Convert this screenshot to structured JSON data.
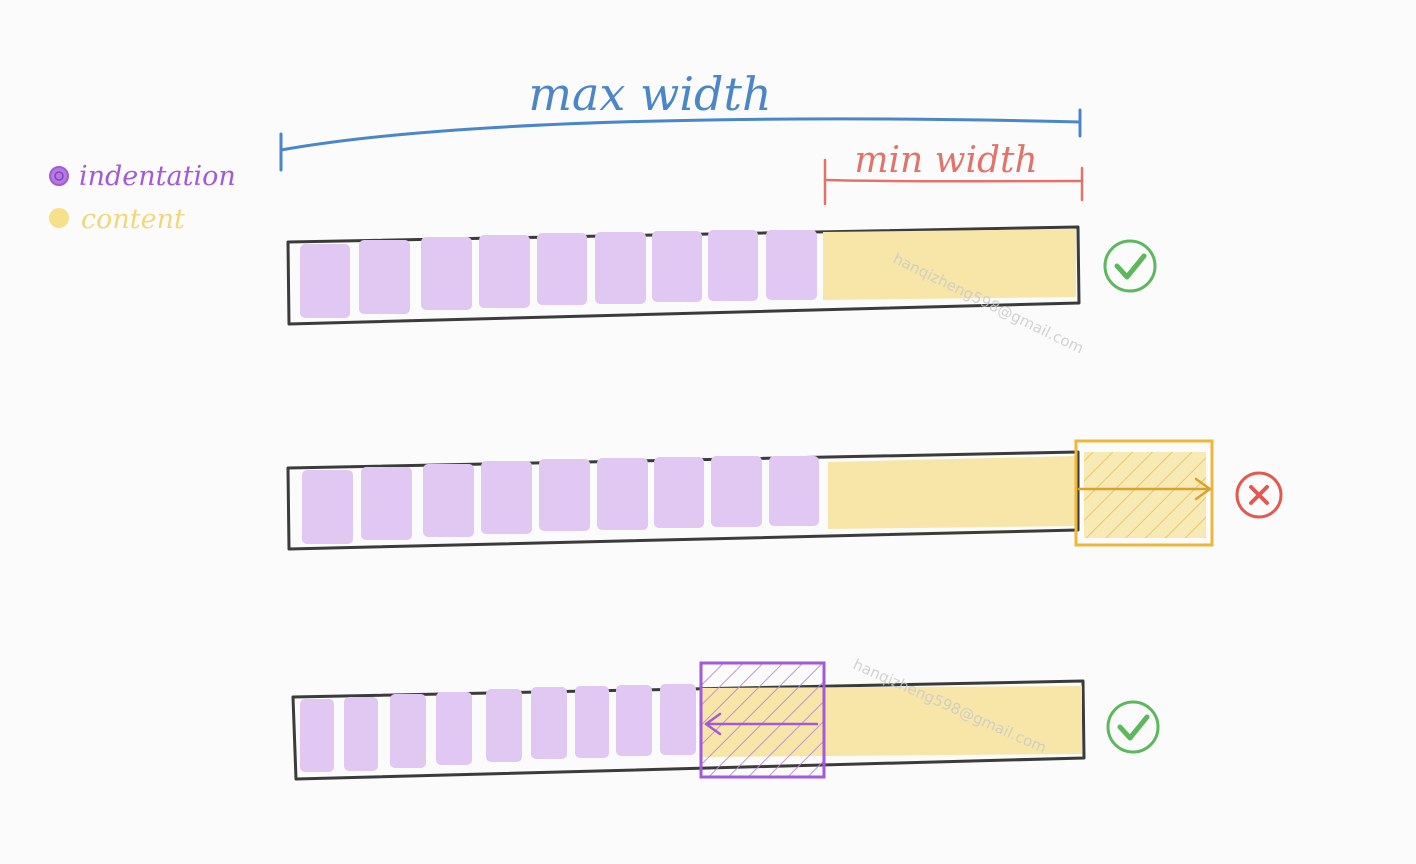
{
  "diagram": {
    "max_width_label": "max width",
    "min_width_label": "min width",
    "legend": [
      {
        "label": "indentation",
        "color": "#a35ad6"
      },
      {
        "label": "content",
        "color": "#f6e08a"
      }
    ],
    "watermark": "hanqizheng598@gmail.com",
    "colors": {
      "indentation_fill": "#e0c8f3",
      "content_fill": "#f7e6a8",
      "max_width_line": "#4a86c8",
      "min_width_line": "#e0746a",
      "overflow_box": "#ecb73b",
      "shrink_box": "#a35ad6",
      "ok": "#5cb85c",
      "error": "#e05a50",
      "outline": "#3b3b3b"
    },
    "rows": [
      {
        "indent_blocks": 9,
        "status": "ok",
        "status_icon": "check-circle-icon"
      },
      {
        "indent_blocks": 9,
        "status": "error",
        "status_icon": "x-circle-icon"
      },
      {
        "indent_blocks": 9,
        "status": "ok",
        "status_icon": "check-circle-icon"
      }
    ]
  }
}
